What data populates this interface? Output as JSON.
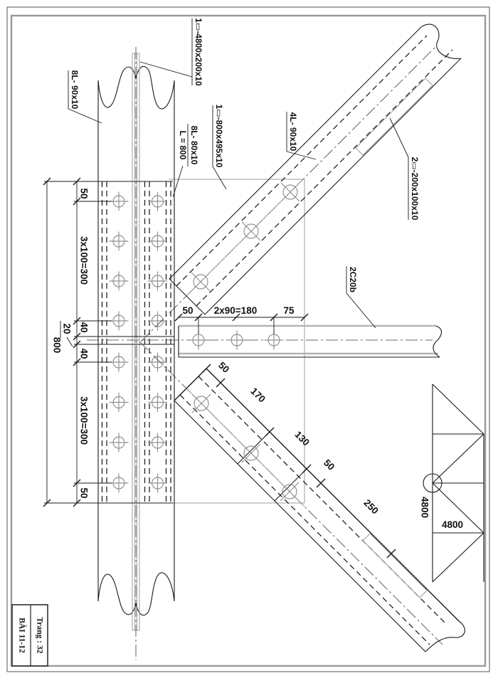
{
  "sheet": {
    "background": "#ffffff",
    "line_color": "#1a1a1a",
    "member_gray": "#b4b4b4"
  },
  "title_block": {
    "page_label": "Trang : 32",
    "lesson_label": "BÀI 11-12"
  },
  "callouts": {
    "strip_plate": "1▭-4800x200x10",
    "chord_angles": "8L- 90x10",
    "splice_angles_line1": "8L- 80x10",
    "splice_angles_line2": "L = 800",
    "gusset_plate": "1▭-800x495x10",
    "diagonal_angles": "4L- 90x10",
    "filler_plates": "2▭-200x100x10",
    "channel": "2C20b"
  },
  "dims": {
    "chord": {
      "edge_top": "50",
      "pitch_top": "3x100=300",
      "gap_upper": "40",
      "gap": "20",
      "gap_lower": "40",
      "pitch_bottom": "3x100=300",
      "edge_bottom": "50",
      "total": "800"
    },
    "channel": {
      "end": "50",
      "pitch": "2x90=180",
      "tail": "75"
    },
    "diagonal": {
      "end": "50",
      "s1": "170",
      "s2": "130",
      "s3": "50",
      "s4": "250"
    },
    "truss_key": {
      "panel_height": "4800",
      "panel_width": "4800"
    }
  }
}
